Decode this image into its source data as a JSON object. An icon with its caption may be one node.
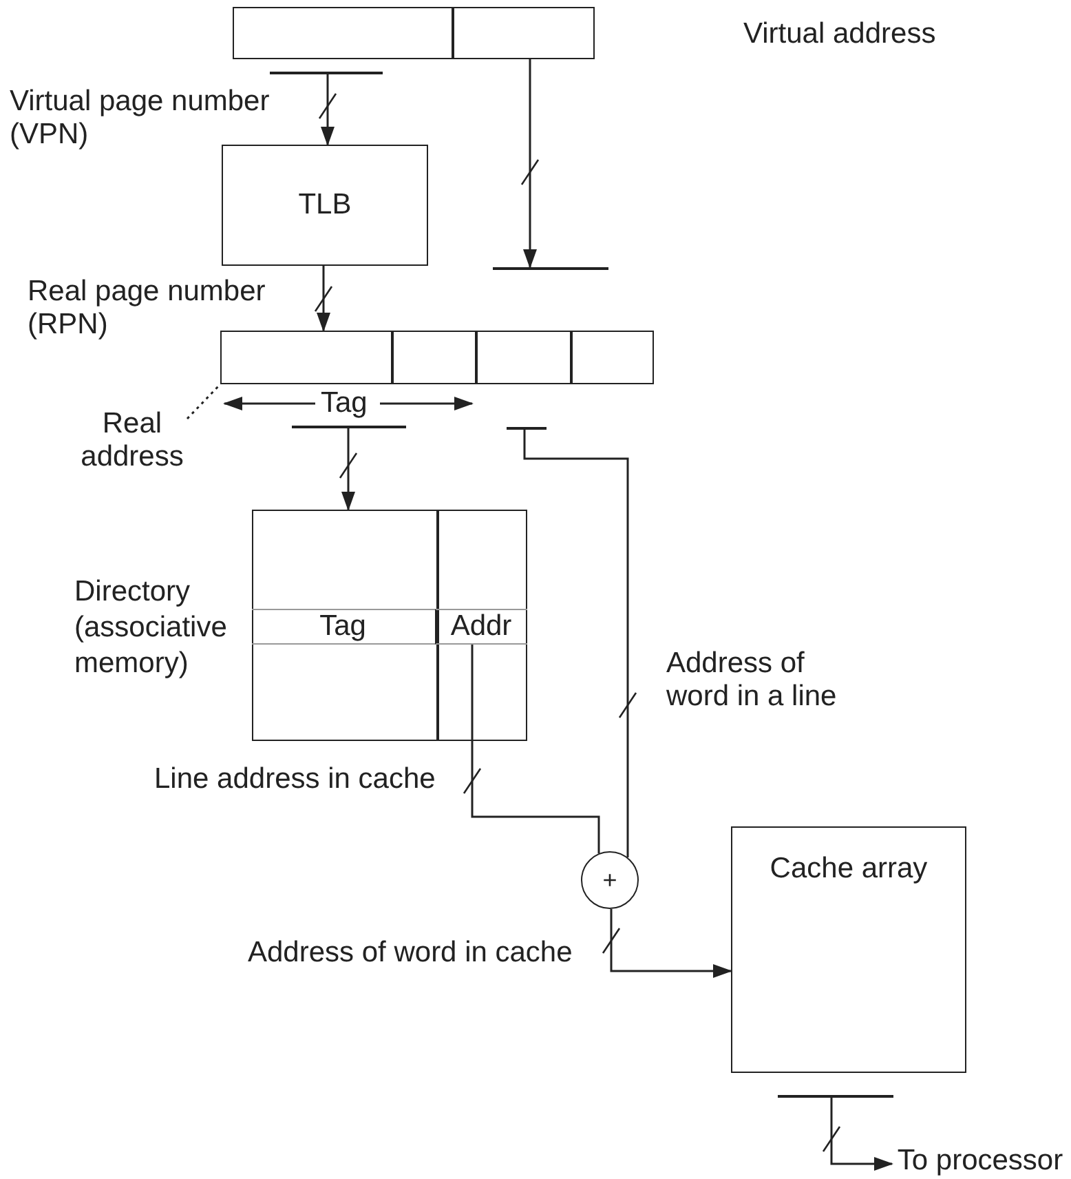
{
  "diagram": {
    "nodes": [
      {
        "text": [],
        "shape": "box"
      },
      {
        "text": [],
        "shape": "bar"
      },
      {
        "text": [
          "TLB"
        ]
      },
      {
        "text": [],
        "shape": "bar"
      },
      {
        "text": [],
        "shape": "box"
      },
      {
        "text": [
          "Real address"
        ]
      },
      {
        "text": [],
        "shape": "bar"
      },
      {
        "text": [],
        "shape": "bar"
      },
      {
        "text": [
          "Directory (associative memory)"
        ]
      },
      {
        "text": [
          "Tag"
        ],
        "in": 8
      },
      {
        "text": [
          "Addr"
        ],
        "in": 8
      },
      {
        "text": [
          "+"
        ]
      },
      {
        "text": [
          "Cache array"
        ]
      },
      {
        "text": [],
        "shape": "bar"
      },
      {
        "text": [
          "To processor"
        ]
      }
    ],
    "edges": [
      {
        "from": 1,
        "to": 2,
        "arrow": "to",
        "label": "Virtual page number (VPN)"
      },
      {
        "from": 0,
        "to": 3,
        "arrow": "to"
      },
      {
        "from": 2,
        "to": 4,
        "arrow": "to",
        "label": "Real page number (RPN)"
      },
      {
        "from": 5,
        "to": 4,
        "arrow": "none",
        "style": "dashed"
      },
      {
        "from": 6,
        "to": 8,
        "arrow": "to"
      },
      {
        "from": 7,
        "to": 11,
        "arrow": "none",
        "label": "Address of word in a line"
      },
      {
        "from": 10,
        "to": 11,
        "arrow": "none",
        "label": "Line address in cache"
      },
      {
        "from": 11,
        "to": 12,
        "arrow": "to",
        "label": "Address of word in cache"
      },
      {
        "from": 13,
        "to": 14,
        "arrow": "to"
      }
    ],
    "labels": [
      "Virtual address",
      "Tag"
    ]
  }
}
